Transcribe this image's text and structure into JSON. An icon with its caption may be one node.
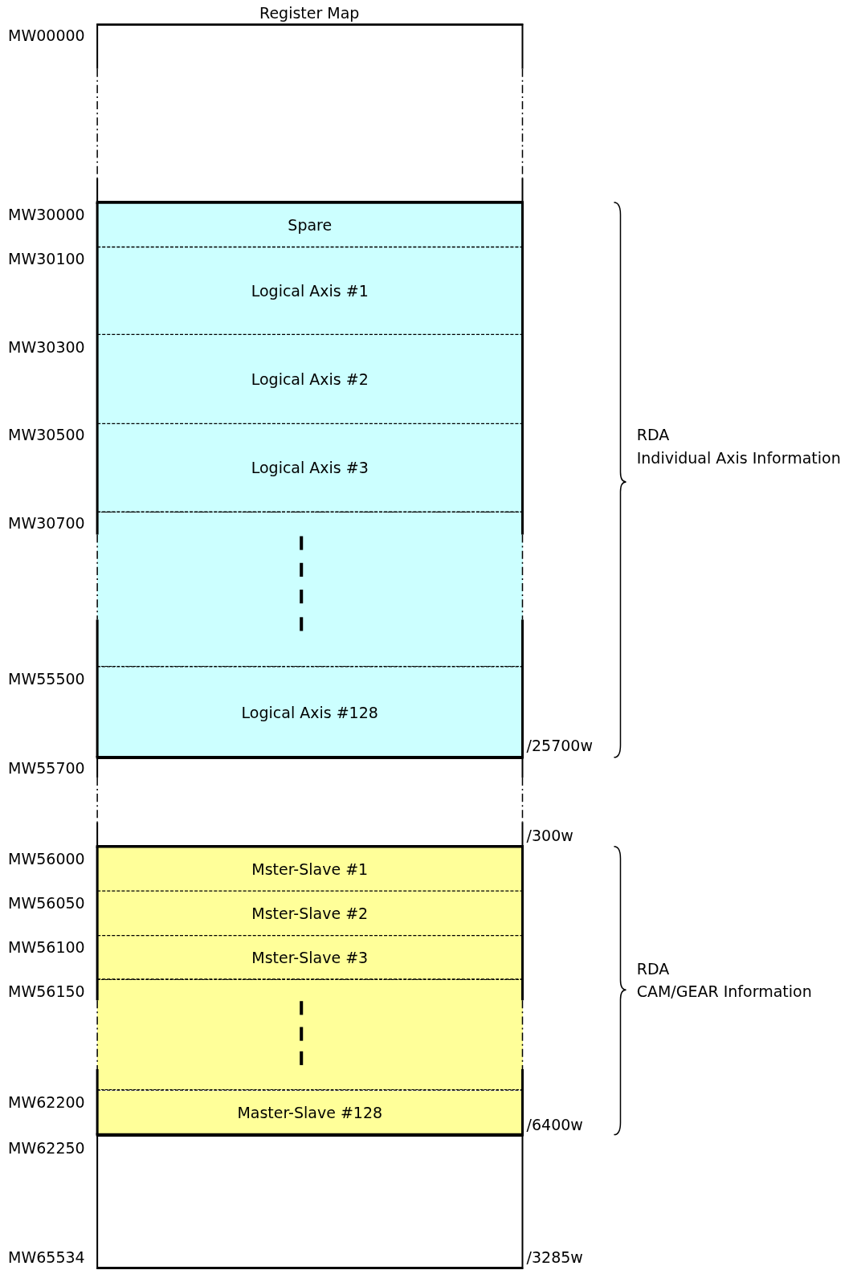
{
  "diagram": {
    "title": "Register Map",
    "nodes": [
      {
        "text": [],
        "shape": "box"
      },
      {
        "text": [
          "Spare"
        ]
      },
      {
        "text": [
          "Logical Axis #1"
        ]
      },
      {
        "text": [
          "Logical Axis #2"
        ]
      },
      {
        "text": [
          "Logical Axis #3"
        ]
      },
      {
        "text": [],
        "shape": "box"
      },
      {
        "text": [
          "Logical Axis #128"
        ]
      },
      {
        "text": [],
        "shape": "box"
      },
      {
        "text": [
          "Mster-Slave #1"
        ]
      },
      {
        "text": [
          "Mster-Slave #2"
        ]
      },
      {
        "text": [
          "Mster-Slave #3"
        ]
      },
      {
        "text": [],
        "shape": "box"
      },
      {
        "text": [
          "Master-Slave #128"
        ]
      },
      {
        "text": [],
        "shape": "box"
      }
    ],
    "edges": [],
    "labels": [
      "MW00000",
      "MW30000",
      "MW30100",
      "MW30300",
      "MW30500",
      "RDA",
      "Individual Axis Information",
      "MW30700",
      "MW55500",
      "/25700w",
      "MW55700",
      "/300w",
      "MW56000",
      "MW56050",
      "MW56100",
      "RDA",
      "MW56150",
      "CAM/GEAR Information",
      "MW62200",
      "/6400w",
      "MW62250",
      "MW65534",
      "/3285w"
    ]
  }
}
